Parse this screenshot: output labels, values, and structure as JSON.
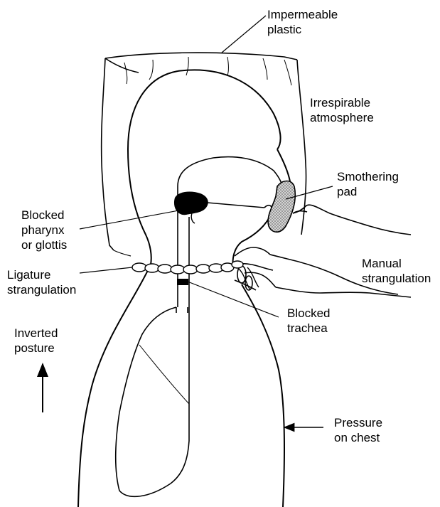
{
  "labels": {
    "impermeable_plastic": [
      "Impermeable",
      "plastic"
    ],
    "irrespirable_atmosphere": [
      "Irrespirable",
      "atmosphere"
    ],
    "smothering_pad": [
      "Smothering",
      "pad"
    ],
    "blocked_pharynx": [
      "Blocked",
      "pharynx",
      "or glottis"
    ],
    "manual_strangulation": [
      "Manual",
      "strangulation"
    ],
    "ligature_strangulation": [
      "Ligature",
      "strangulation"
    ],
    "blocked_trachea": [
      "Blocked",
      "trachea"
    ],
    "inverted_posture": [
      "Inverted",
      "posture"
    ],
    "pressure_on_chest": [
      "Pressure",
      "on chest"
    ]
  },
  "colors": {
    "ink": "#000000",
    "background": "#ffffff",
    "pad_fill": "#b8b8b8"
  }
}
